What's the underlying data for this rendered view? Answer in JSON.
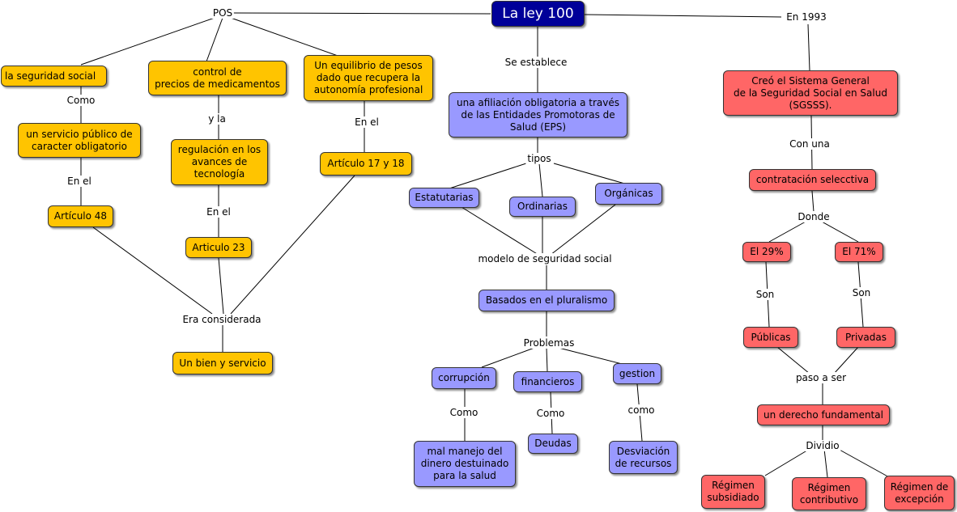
{
  "root": "La ley 100",
  "pos": {
    "label": "POS",
    "seguridad_social": "la seguridad social",
    "como": "Como",
    "servicio_publico": "un servicio público de\ncaracter obligatorio",
    "en_el_1": "En el",
    "articulo_48": "Artículo 48",
    "control_precios": "control de\nprecios de medicamentos",
    "y_la": "y la",
    "regulacion": "regulación en los\navances de\ntecnología",
    "en_el_2": "En el",
    "articulo_23": "Articulo 23",
    "equilibrio": "Un equilibrio de pesos\ndado que recupera la\nautonomía profesional",
    "en_el_3": "En el",
    "articulo_17_18": "Artículo 17 y 18",
    "era_considerada": "Era considerada",
    "bien_servicio": "Un bien y servicio"
  },
  "establece": {
    "label": "Se establece",
    "afiliacion": "una afiliación obligatoria a través\nde las Entidades Promotoras de\nSalud (EPS)",
    "tipos": "tipos",
    "estatutarias": "Estatutarias",
    "ordinarias": "Ordinarias",
    "organicas": "Orgánicas",
    "modelo": "modelo de seguridad social",
    "pluralismo": "Basados en el pluralismo",
    "problemas": "Problemas",
    "corrupcion": "corrupción",
    "financieros": "financieros",
    "gestion": "gestion",
    "como_1": "Como",
    "como_2": "Como",
    "como_3": "como",
    "mal_manejo": "mal manejo del\ndinero destuinado\npara la salud",
    "deudas": "Deudas",
    "desviacion": "Desviación\nde recursos"
  },
  "en1993": {
    "label": "En 1993",
    "sgsss": "Creó el Sistema General\nde la Seguridad Social en Salud\n(SGSSS).",
    "con_una": "Con una",
    "contratacion": "contratación selecctiva",
    "donde": "Donde",
    "p29": "El 29%",
    "p71": "El 71%",
    "son_1": "Son",
    "son_2": "Son",
    "publicas": "Públicas",
    "privadas": "Privadas",
    "paso_a_ser": "paso a ser",
    "derecho": "un derecho fundamental",
    "dividio": "Dividio",
    "subsidiado": "Régimen\nsubsidiado",
    "contributivo": "Régimen\ncontributivo",
    "excepcion": "Régimen de\nexcepción"
  },
  "colors": {
    "root": "#000099",
    "pos_nodes": "#ffc400",
    "eps_nodes": "#9999ff",
    "sgsss_nodes": "#ff6666"
  }
}
